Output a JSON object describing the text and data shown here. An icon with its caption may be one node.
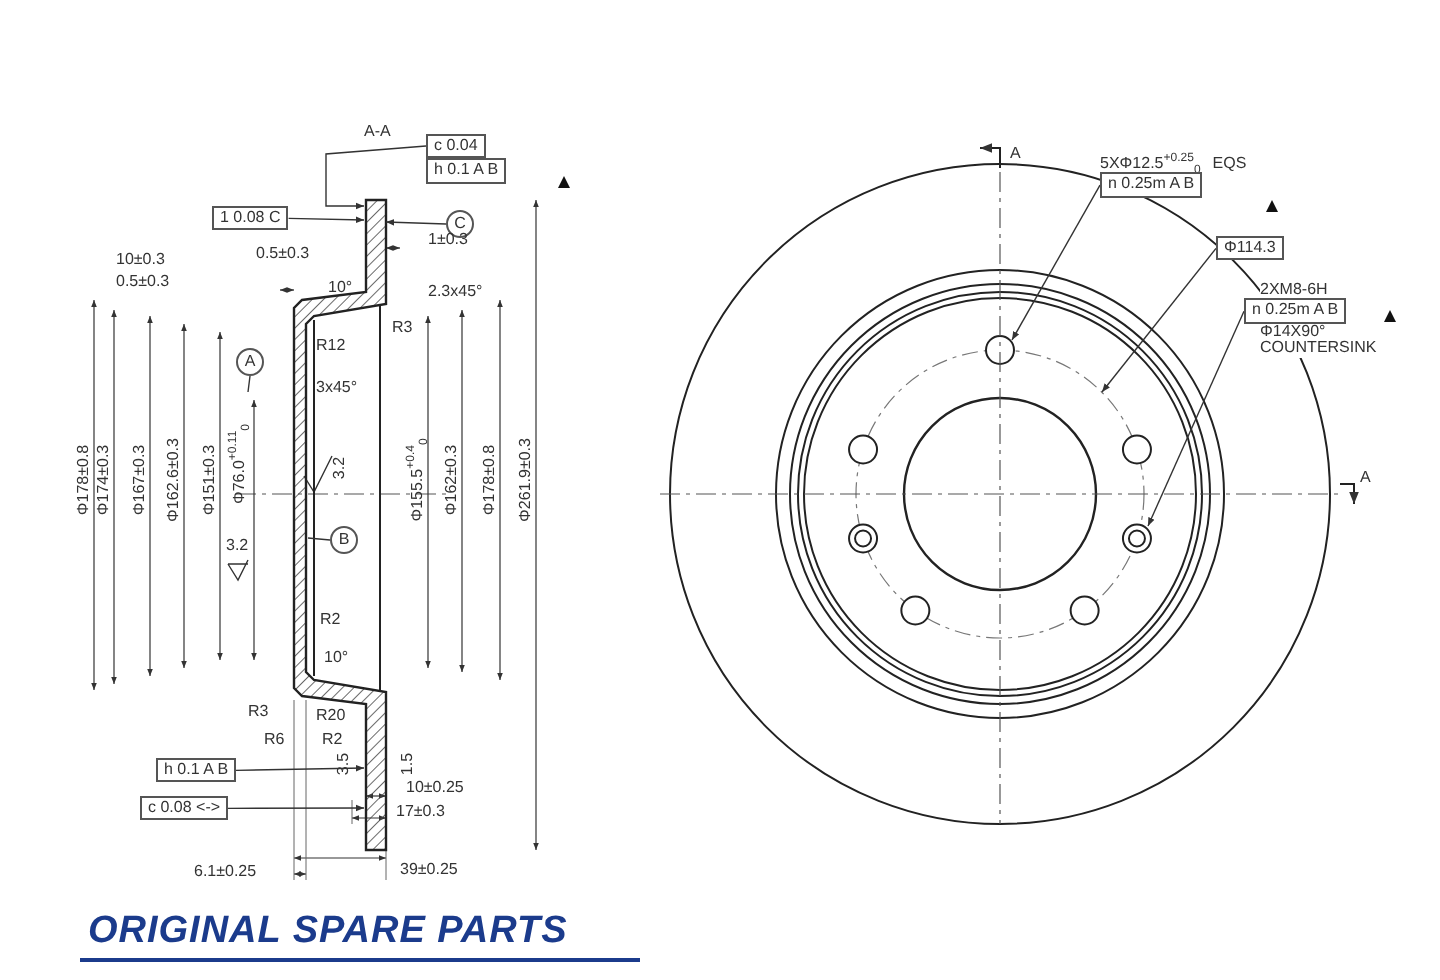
{
  "diagram": {
    "nodes": [
      {
        "text": [
          "A"
        ]
      },
      {
        "text": [
          "B"
        ]
      },
      {
        "text": [
          "C"
        ]
      },
      {
        "text": [
          "c 0.04",
          "h 0.1 A B"
        ]
      },
      {
        "text": [
          "1 0.08 C"
        ]
      },
      {
        "text": [
          "h 0.1 A B"
        ]
      },
      {
        "text": [
          "c 0.08 <->"
        ]
      },
      {
        "text": [
          "5XΦ12.5$^{+0.25}$$_{0}$",
          "EQS",
          "n 0.25m A B"
        ]
      },
      {
        "text": [
          "Φ114.3"
        ]
      },
      {
        "text": [
          "2XM8-6H",
          "n 0.25m A B",
          "Φ14X90° COUNTERSINK"
        ]
      },
      {
        "text": [],
        "shape": "picture"
      }
    ],
    "edges": [
      {
        "from": 0,
        "to": null,
        "arrow": "none"
      },
      {
        "from": 1,
        "to": 10,
        "arrow": "none"
      },
      {
        "from": 2,
        "to": 10,
        "arrow": "to"
      },
      {
        "from": 3,
        "to": 10,
        "arrow": "to"
      },
      {
        "from": 4,
        "to": 10,
        "arrow": "to"
      },
      {
        "from": 5,
        "to": 10,
        "arrow": "to"
      },
      {
        "from": 6,
        "to": 10,
        "arrow": "to"
      },
      {
        "from": 7,
        "to": null,
        "arrow": "to"
      },
      {
        "from": 8,
        "to": null,
        "arrow": "to"
      },
      {
        "from": 9,
        "to": null,
        "arrow": "to"
      }
    ],
    "labels": [
      "A-A",
      "10±0.3",
      "0.5±0.3",
      "1±0.3",
      "0.5±0.3",
      "10°",
      "2.3x45°",
      "R3",
      "R12",
      "3x45°",
      "Φ178±0.8",
      "Φ174±0.3",
      "Φ167±0.3",
      "Φ162.6±0.3",
      "Φ151±0.3",
      "Φ76.0$^{+0.11}$$_{0}$",
      "3.2",
      "Φ155.5$^{+0.4}$$_{0}$",
      "Φ162±0.3",
      "Φ178±0.8",
      "Φ261.9±0.3",
      "3.2",
      "R2",
      "10°",
      "R3",
      "R20",
      "R6",
      "R2",
      "3.5",
      "1.5",
      "10±0.25",
      "17±0.3",
      "6.1±0.25",
      "39±0.25",
      "A",
      "A",
      "ORIGINAL SPARE PARTS"
    ]
  }
}
